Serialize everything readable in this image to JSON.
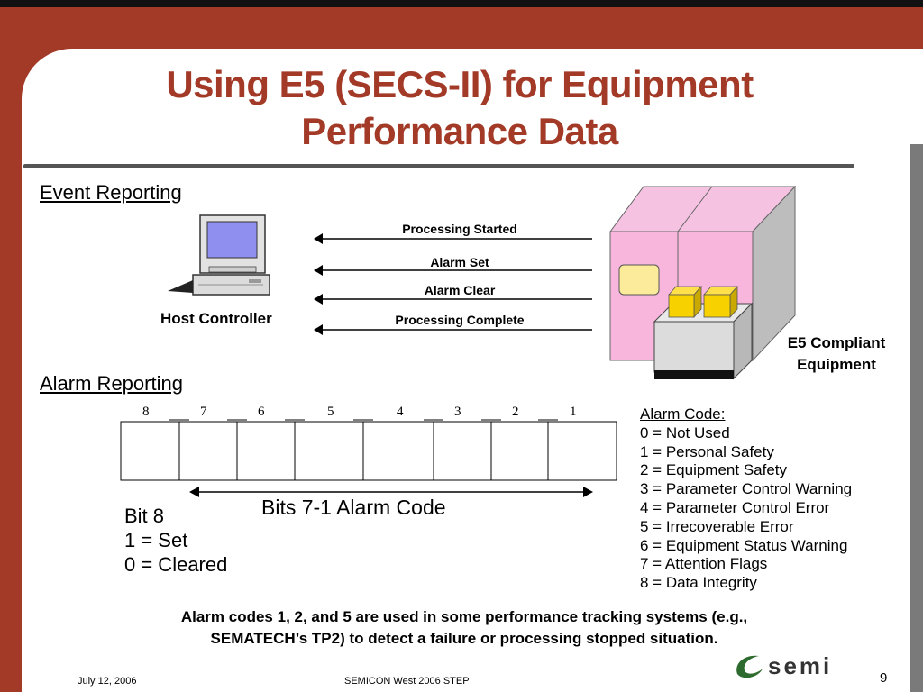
{
  "title": {
    "line1": "Using E5 (SECS-II) for Equipment",
    "line2": "Performance Data"
  },
  "event_reporting": {
    "heading": "Event Reporting",
    "host_label": "Host Controller",
    "equipment_label_line1": "E5 Compliant",
    "equipment_label_line2": "Equipment",
    "messages": [
      "Processing Started",
      "Alarm Set",
      "Alarm Clear",
      "Processing Complete"
    ]
  },
  "alarm_reporting": {
    "heading": "Alarm Reporting",
    "bit_numbers": [
      "8",
      "7",
      "6",
      "5",
      "4",
      "3",
      "2",
      "1"
    ],
    "bits_label": "Bits 7-1 Alarm Code",
    "bit8_lines": [
      "Bit 8",
      "1 = Set",
      "0 = Cleared"
    ],
    "codes_heading": "Alarm Code:",
    "codes": [
      "0 = Not Used",
      "1 = Personal Safety",
      "2 = Equipment Safety",
      "3 = Parameter Control Warning",
      "4 = Parameter Control Error",
      "5 = Irrecoverable Error",
      "6 = Equipment Status Warning",
      "7 = Attention Flags",
      "8 = Data Integrity"
    ]
  },
  "note": {
    "line1": "Alarm codes 1, 2, and 5 are used in some performance tracking systems (e.g.,",
    "line2": "SEMATECH’s TP2) to detect a failure or processing stopped situation."
  },
  "footer": {
    "date": "July 12, 2006",
    "event": "SEMICON West 2006 STEP",
    "page": "9",
    "logo_text": "semi"
  },
  "colors": {
    "accent": "#a33a28",
    "cabinet_pink": "#f8b6dc",
    "module_yellow": "#f7d200"
  }
}
